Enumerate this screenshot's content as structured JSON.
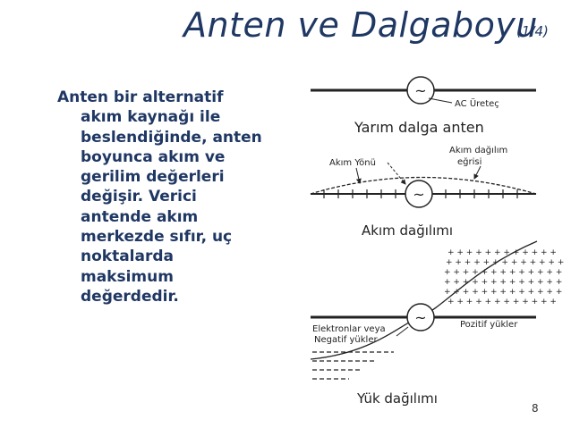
{
  "slide": {
    "title": "Anten ve Dalgaboyu",
    "title_suffix": "(1/4)",
    "body_lines": [
      "Anten bir alternatif",
      "akım kaynağı ile",
      "beslendiğinde, anten",
      "boyunca akım ve",
      "gerilim değerleri",
      "değişir. Verici",
      "antende akım",
      "merkezde sıfır, uç",
      "noktalarda",
      "maksimum",
      "değerdedir."
    ],
    "page_number": "8"
  },
  "diagram": {
    "source_symbol": "~",
    "labels": {
      "ac_source": "AC Üreteç",
      "half_wave": "Yarım dalga anten",
      "current_dist_1": "Akım dağılım",
      "current_dist_2": "eğrisi",
      "current_dir": "Akım Yönü",
      "current_distribution": "Akım dağılımı",
      "electrons_1": "Elektronlar veya",
      "electrons_2": "Negatif yükler",
      "positive": "Pozitif  yükler",
      "charge_distribution": "Yük dağılımı"
    }
  },
  "colors": {
    "title": "#1f3763",
    "body": "#1f3763",
    "diagram_ink": "#222222"
  }
}
